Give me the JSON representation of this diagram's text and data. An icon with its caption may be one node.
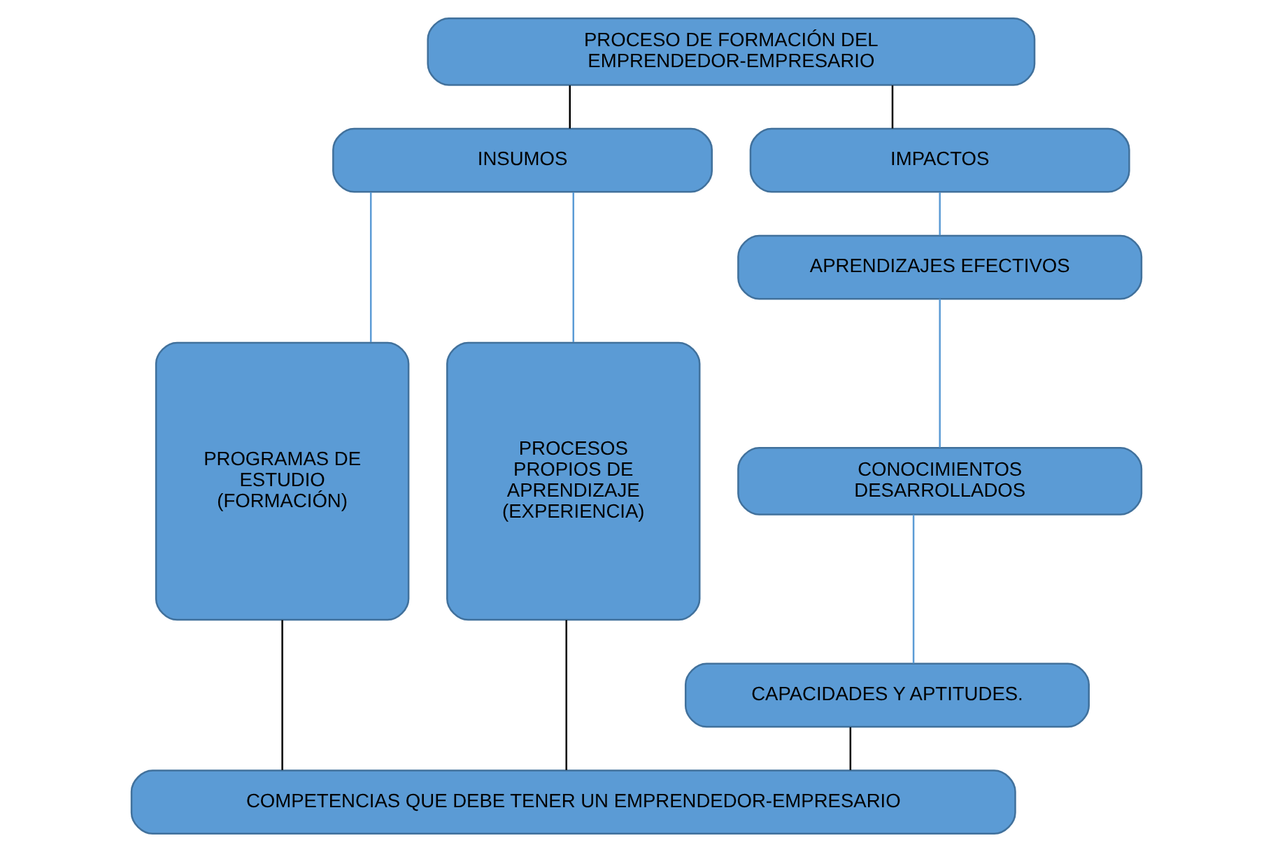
{
  "diagram": {
    "nodes": [
      {
        "text": [
          "PROCESO DE FORMACIÓN DEL EMPRENDEDOR-EMPRESARIO"
        ]
      },
      {
        "text": [
          "INSUMOS"
        ]
      },
      {
        "text": [
          "IMPACTOS"
        ]
      },
      {
        "text": [
          "PROGRAMAS DE ESTUDIO (FORMACIÓN)"
        ]
      },
      {
        "text": [
          "PROCESOS PROPIOS DE APRENDIZAJE (EXPERIENCIA)"
        ]
      },
      {
        "text": [
          "APRENDIZAJES EFECTIVOS"
        ]
      },
      {
        "text": [
          "CONOCIMIENTOS DESARROLLADOS"
        ]
      },
      {
        "text": [
          "CAPACIDADES Y APTITUDES."
        ]
      },
      {
        "text": [
          "COMPETENCIAS QUE DEBE TENER UN EMPRENDEDOR-EMPRESARIO"
        ]
      }
    ],
    "edges": [
      {
        "from": 0,
        "to": 1,
        "arrow": "none",
        "color": "#000000"
      },
      {
        "from": 0,
        "to": 2,
        "arrow": "none",
        "color": "#000000"
      },
      {
        "from": 1,
        "to": 3,
        "arrow": "none",
        "color": "#5b9bd5"
      },
      {
        "from": 1,
        "to": 4,
        "arrow": "none",
        "color": "#5b9bd5"
      },
      {
        "from": 2,
        "to": 5,
        "arrow": "none",
        "color": "#5b9bd5"
      },
      {
        "from": 5,
        "to": 6,
        "arrow": "none",
        "color": "#5b9bd5"
      },
      {
        "from": 6,
        "to": 7,
        "arrow": "none",
        "color": "#5b9bd5"
      },
      {
        "from": 3,
        "to": 8,
        "arrow": "none",
        "color": "#000000"
      },
      {
        "from": 4,
        "to": 8,
        "arrow": "none",
        "color": "#000000"
      },
      {
        "from": 7,
        "to": 8,
        "arrow": "none",
        "color": "#000000"
      }
    ]
  }
}
